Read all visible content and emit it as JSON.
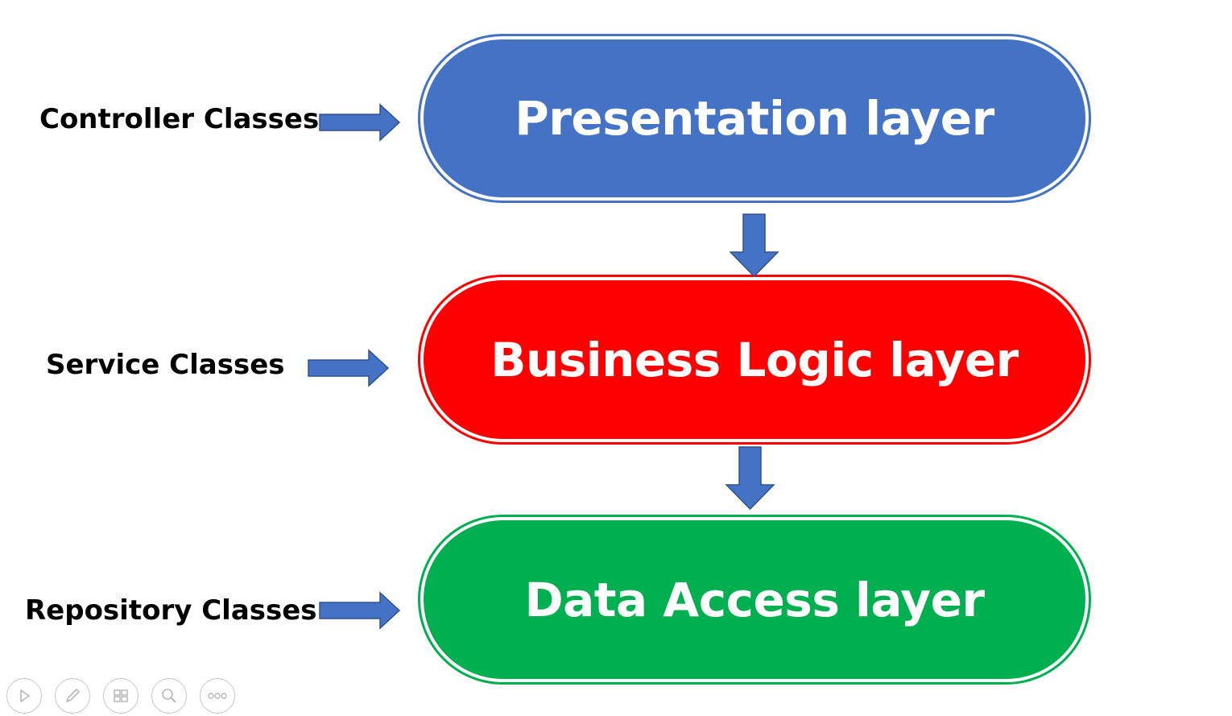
{
  "colors": {
    "presentation": "#4472c4",
    "business": "#ff0000",
    "data_access": "#00b050",
    "arrow": "#4472c4",
    "arrow_stroke": "#2f528f"
  },
  "layers": {
    "presentation": "Presentation layer",
    "business": "Business Logic layer",
    "data_access": "Data Access layer"
  },
  "side_labels": {
    "controller": "Controller Classes",
    "service": "Service Classes",
    "repository": "Repository Classes"
  },
  "toolbar": {
    "icons": [
      "play-icon",
      "pen-icon",
      "slides-icon",
      "zoom-icon",
      "more-icon"
    ]
  }
}
